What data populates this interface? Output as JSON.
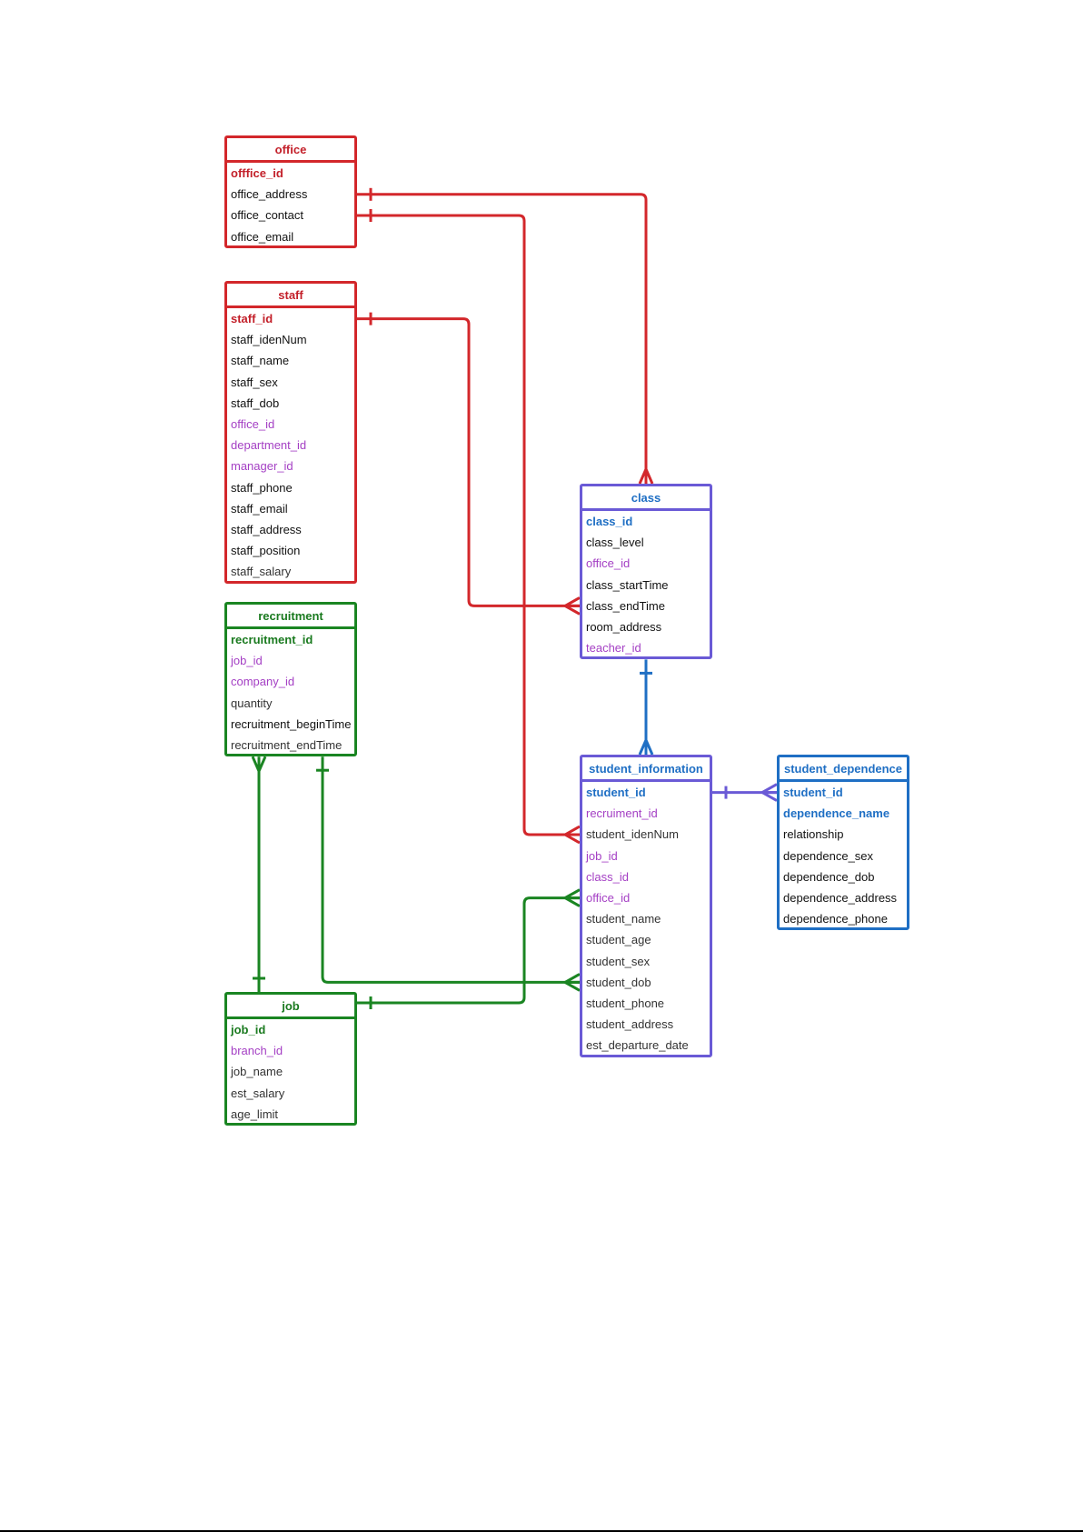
{
  "entities": [
    {
      "id": "office",
      "name": "office",
      "color": "red",
      "fields": [
        {
          "name": "offfice_id",
          "kind": "pk"
        },
        {
          "name": "office_address",
          "kind": "attr"
        },
        {
          "name": "office_contact",
          "kind": "attr"
        },
        {
          "name": "office_email",
          "kind": "attr"
        }
      ]
    },
    {
      "id": "staff",
      "name": "staff",
      "color": "red",
      "fields": [
        {
          "name": "staff_id",
          "kind": "pk"
        },
        {
          "name": "staff_idenNum",
          "kind": "attr"
        },
        {
          "name": "staff_name",
          "kind": "attr"
        },
        {
          "name": "staff_sex",
          "kind": "attr"
        },
        {
          "name": "staff_dob",
          "kind": "attr"
        },
        {
          "name": "office_id",
          "kind": "fk"
        },
        {
          "name": "department_id",
          "kind": "fk"
        },
        {
          "name": "manager_id",
          "kind": "fk"
        },
        {
          "name": "staff_phone",
          "kind": "attr"
        },
        {
          "name": "staff_email",
          "kind": "attr"
        },
        {
          "name": "staff_address",
          "kind": "attr"
        },
        {
          "name": "staff_position",
          "kind": "attr"
        },
        {
          "name": "staff_salary",
          "kind": "soft"
        }
      ]
    },
    {
      "id": "recruitment",
      "name": "recruitment",
      "color": "green",
      "fields": [
        {
          "name": "recruitment_id",
          "kind": "pk"
        },
        {
          "name": "job_id",
          "kind": "fk"
        },
        {
          "name": "company_id",
          "kind": "fk"
        },
        {
          "name": "quantity",
          "kind": "soft"
        },
        {
          "name": "recruitment_beginTime",
          "kind": "attr"
        },
        {
          "name": "recruitment_endTime",
          "kind": "soft"
        }
      ]
    },
    {
      "id": "job",
      "name": "job",
      "color": "green",
      "fields": [
        {
          "name": "job_id",
          "kind": "pk"
        },
        {
          "name": "branch_id",
          "kind": "fk"
        },
        {
          "name": "job_name",
          "kind": "soft"
        },
        {
          "name": "est_salary",
          "kind": "soft"
        },
        {
          "name": "age_limit",
          "kind": "soft"
        }
      ]
    },
    {
      "id": "class",
      "name": "class",
      "color": "purple",
      "fields": [
        {
          "name": "class_id",
          "kind": "pk"
        },
        {
          "name": "class_level",
          "kind": "attr"
        },
        {
          "name": "office_id",
          "kind": "fk"
        },
        {
          "name": "class_startTime",
          "kind": "attr"
        },
        {
          "name": "class_endTime",
          "kind": "attr"
        },
        {
          "name": "room_address",
          "kind": "attr"
        },
        {
          "name": "teacher_id",
          "kind": "fk"
        }
      ]
    },
    {
      "id": "student_information",
      "name": "student_information",
      "color": "purple",
      "fields": [
        {
          "name": "student_id",
          "kind": "pk"
        },
        {
          "name": "recruiment_id",
          "kind": "fk"
        },
        {
          "name": "student_idenNum",
          "kind": "soft"
        },
        {
          "name": "job_id",
          "kind": "fk"
        },
        {
          "name": "class_id",
          "kind": "fk"
        },
        {
          "name": "office_id",
          "kind": "fk"
        },
        {
          "name": "student_name",
          "kind": "soft"
        },
        {
          "name": "student_age",
          "kind": "soft"
        },
        {
          "name": "student_sex",
          "kind": "soft"
        },
        {
          "name": "student_dob",
          "kind": "soft"
        },
        {
          "name": "student_phone",
          "kind": "soft"
        },
        {
          "name": "student_address",
          "kind": "soft"
        },
        {
          "name": "est_departure_date",
          "kind": "soft"
        }
      ]
    },
    {
      "id": "student_dependence",
      "name": "student_dependence",
      "color": "blue",
      "fields": [
        {
          "name": "student_id",
          "kind": "pk"
        },
        {
          "name": "dependence_name",
          "kind": "pk"
        },
        {
          "name": "relationship",
          "kind": "attr"
        },
        {
          "name": "dependence_sex",
          "kind": "attr"
        },
        {
          "name": "dependence_dob",
          "kind": "attr"
        },
        {
          "name": "dependence_address",
          "kind": "attr"
        },
        {
          "name": "dependence_phone",
          "kind": "attr"
        }
      ]
    }
  ],
  "relationships": [
    {
      "from": "office.office_address",
      "to": "class",
      "from_end": "one",
      "to_end": "many",
      "color": "#d3272b"
    },
    {
      "from": "office.office_contact",
      "to": "student_information.student_idenNum",
      "from_end": "one",
      "to_end": "many",
      "color": "#d3272b"
    },
    {
      "from": "staff.staff_id",
      "to": "class.class_endTime",
      "from_end": "one",
      "to_end": "many",
      "color": "#d3272b"
    },
    {
      "from": "class",
      "to": "student_information",
      "from_end": "one",
      "to_end": "many",
      "color": "#1f6fc4"
    },
    {
      "from": "student_information.student_id",
      "to": "student_dependence.student_id",
      "from_end": "one",
      "to_end": "many",
      "color": "#6a5ad6"
    },
    {
      "from": "recruitment",
      "to": "job",
      "from_end": "many",
      "to_end": "one",
      "color": "#1a8522"
    },
    {
      "from": "recruitment",
      "to": "student_information.student_dob",
      "from_end": "one",
      "to_end": "many",
      "color": "#1a8522"
    },
    {
      "from": "job",
      "to": "student_information.office_id",
      "from_end": "one",
      "to_end": "many",
      "color": "#1a8522"
    }
  ]
}
